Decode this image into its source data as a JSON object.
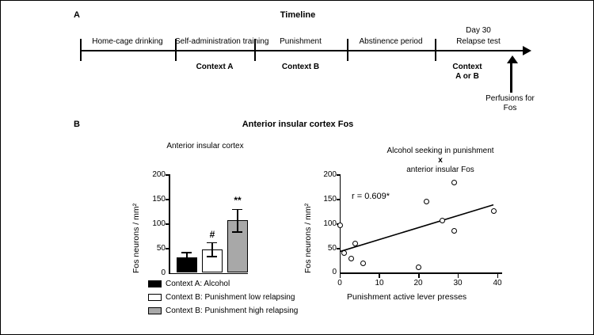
{
  "panels": {
    "a_label": "A",
    "b_label": "B"
  },
  "timeline": {
    "title": "Timeline",
    "phases": [
      {
        "top": "Home-cage drinking",
        "bottom": ""
      },
      {
        "top": "Self-administration training",
        "bottom": "Context A"
      },
      {
        "top": "Punishment",
        "bottom": "Context B"
      },
      {
        "top": "Abstinence period",
        "bottom": ""
      },
      {
        "top_line1": "Day 30",
        "top_line2": "Relapse test",
        "bottom_line1": "Context",
        "bottom_line2": "A or B"
      }
    ],
    "perfusion_line1": "Perfusions for",
    "perfusion_line2": "Fos"
  },
  "panel_b": {
    "main_title": "Anterior insular cortex Fos"
  },
  "chart_data": [
    {
      "type": "bar",
      "title": "Anterior insular cortex",
      "xlabel": "",
      "ylabel": "Fos neurons / mm²",
      "ylim": [
        0,
        200
      ],
      "yticks": [
        0,
        50,
        100,
        150,
        200
      ],
      "grid": false,
      "categories": [
        "Context A: Alcohol",
        "Context B: Punishment low relapsing",
        "Context B: Punishment high relapsing"
      ],
      "values": [
        31,
        48,
        107
      ],
      "errors": [
        11,
        14,
        23
      ],
      "colors": [
        "#000000",
        "#ffffff",
        "#a8a8a8"
      ],
      "annotations": [
        {
          "category_index": 1,
          "text": "#"
        },
        {
          "category_index": 2,
          "text": "**"
        }
      ],
      "legend": [
        {
          "label": "Context A: Alcohol",
          "color": "#000000"
        },
        {
          "label": "Context B: Punishment low relapsing",
          "color": "#ffffff"
        },
        {
          "label": "Context B: Punishment high relapsing",
          "color": "#a8a8a8"
        }
      ],
      "legend_position": "below-axis"
    },
    {
      "type": "scatter",
      "title_line1": "Alcohol seeking in punishment",
      "title_line2": "x",
      "title_line3": "anterior insular Fos",
      "xlabel": "Punishment active lever presses",
      "ylabel": "Fos neurons / mm²",
      "xlim": [
        0,
        40
      ],
      "ylim": [
        0,
        200
      ],
      "xticks": [
        0,
        10,
        20,
        30,
        40
      ],
      "yticks": [
        0,
        50,
        100,
        150,
        200
      ],
      "grid": false,
      "annotation": "r = 0.609*",
      "points": [
        {
          "x": 0,
          "y": 96
        },
        {
          "x": 1,
          "y": 41
        },
        {
          "x": 3,
          "y": 29
        },
        {
          "x": 4,
          "y": 60
        },
        {
          "x": 6,
          "y": 20
        },
        {
          "x": 20,
          "y": 12
        },
        {
          "x": 22,
          "y": 144
        },
        {
          "x": 26,
          "y": 106
        },
        {
          "x": 29,
          "y": 183
        },
        {
          "x": 29,
          "y": 85
        },
        {
          "x": 39,
          "y": 125
        }
      ],
      "trendline": {
        "x0": 0,
        "y0": 43,
        "x1": 39,
        "y1": 138
      }
    }
  ]
}
